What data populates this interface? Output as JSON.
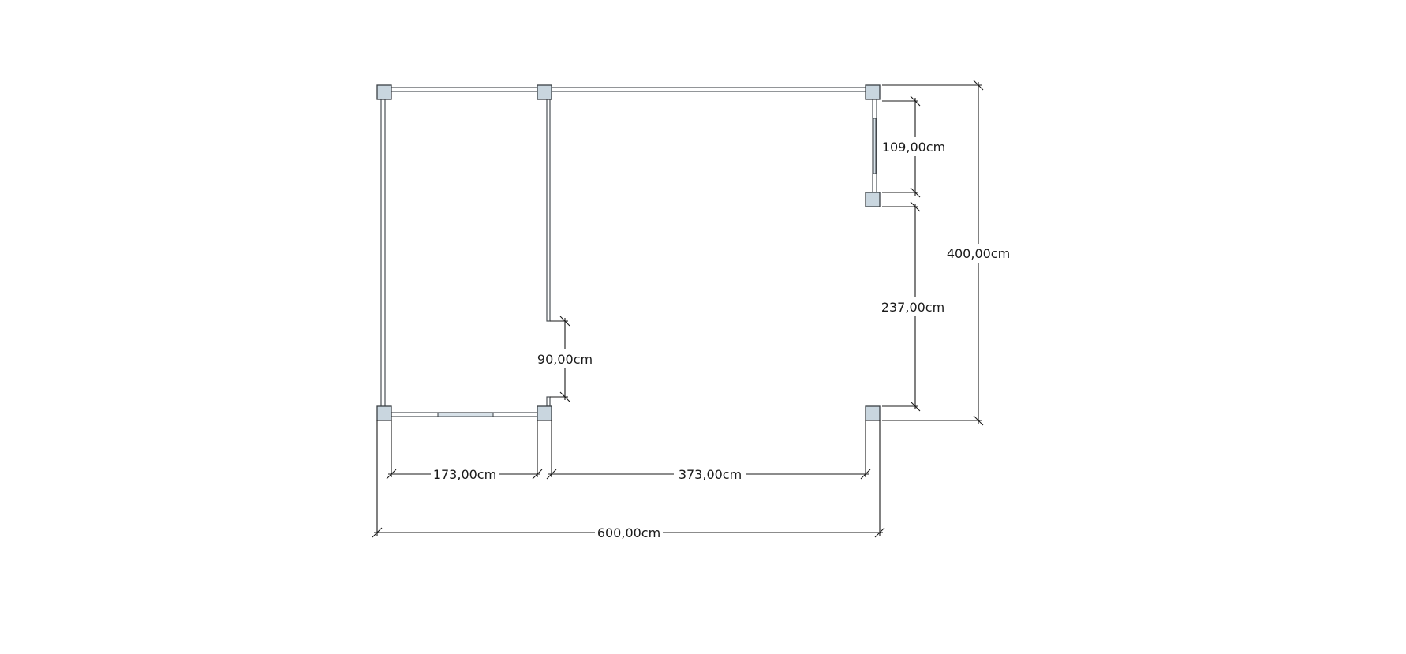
{
  "dimensions": {
    "top_right_opening": "109,00cm",
    "right_wall_lower": "237,00cm",
    "overall_depth": "400,00cm",
    "door_gap": "90,00cm",
    "bottom_left_span": "173,00cm",
    "bottom_right_span": "373,00cm",
    "overall_width": "600,00cm"
  },
  "colors": {
    "post_fill": "#c9d6df",
    "line": "#1a1a1a"
  }
}
